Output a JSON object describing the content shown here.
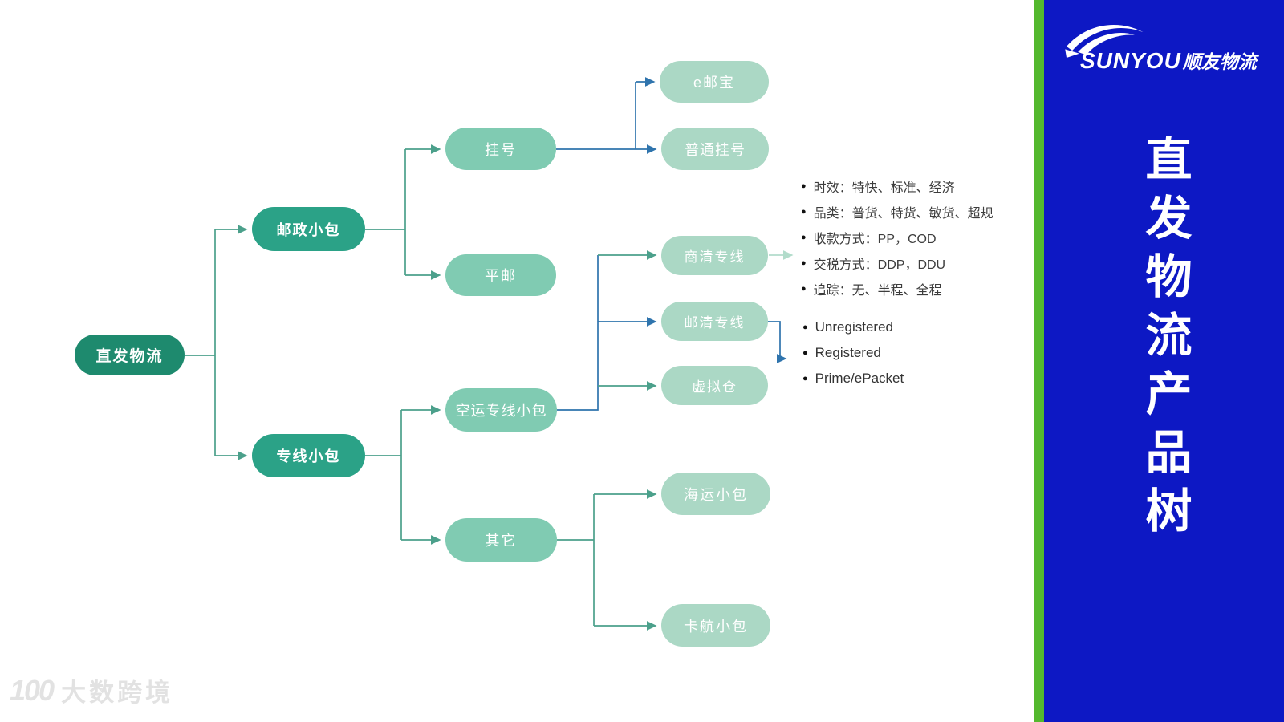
{
  "sidebar": {
    "stripe_color": "#54b82e",
    "panel_color": "#0d18c4",
    "logo": {
      "latin": "SUNYOU",
      "cn": "顺友物流"
    },
    "vertical_title": "直发物流产品树"
  },
  "tree": {
    "colors": {
      "level1": "#1e8a6e",
      "level2": "#2ba287",
      "level3": "#80cbb2",
      "level4": "#abd8c5",
      "connector_teal": "#4ba08b",
      "connector_blue": "#2f74ad",
      "connector_light_green": "#b2dccb"
    },
    "nodes": {
      "root": {
        "label": "直发物流"
      },
      "youzheng": {
        "label": "邮政小包"
      },
      "zhuanxian": {
        "label": "专线小包"
      },
      "guahao": {
        "label": "挂号"
      },
      "pingyou": {
        "label": "平邮"
      },
      "kongyun": {
        "label": "空运专线小包"
      },
      "qita": {
        "label": "其它"
      },
      "eyoubao": {
        "label": "e邮宝"
      },
      "putongguahao": {
        "label": "普通挂号"
      },
      "shangqing": {
        "label": "商清专线"
      },
      "youqing": {
        "label": "邮清专线"
      },
      "xuni": {
        "label": "虚拟仓"
      },
      "haiyun": {
        "label": "海运小包"
      },
      "kahang": {
        "label": "卡航小包"
      }
    }
  },
  "lists": {
    "specs": {
      "items": [
        "时效：特快、标准、经济",
        "品类：普货、特货、敏货、超规",
        "收款方式：PP，COD",
        "交税方式：DDP，DDU",
        "追踪：无、半程、全程"
      ]
    },
    "channels": {
      "items": [
        "Unregistered",
        "Registered",
        "Prime/ePacket"
      ]
    }
  },
  "watermark": {
    "logo_text": "100",
    "text": "大数跨境"
  }
}
